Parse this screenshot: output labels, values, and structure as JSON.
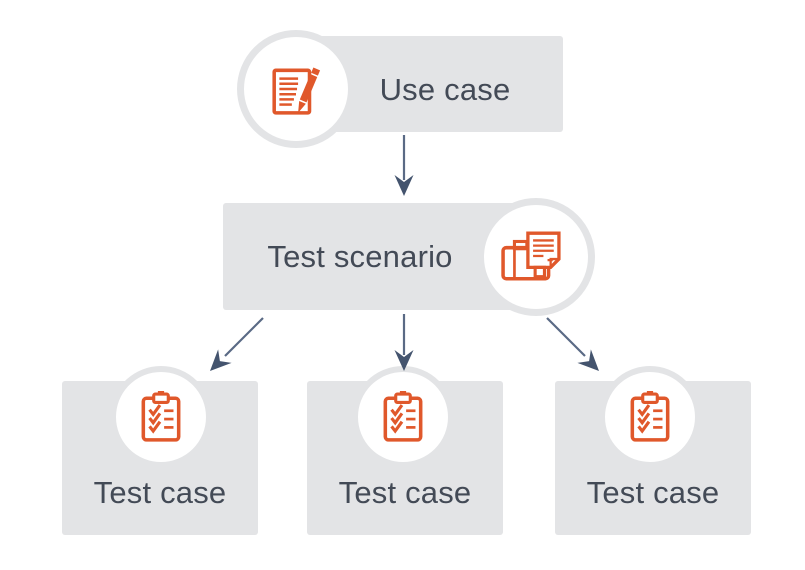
{
  "diagram": {
    "type": "flowchart",
    "nodes": {
      "use_case": {
        "label": "Use case",
        "icon": "document-edit-icon"
      },
      "test_scenario": {
        "label": "Test scenario",
        "icon": "briefcase-documents-icon"
      },
      "test_cases": [
        {
          "label": "Test case",
          "icon": "clipboard-checklist-icon"
        },
        {
          "label": "Test case",
          "icon": "clipboard-checklist-icon"
        },
        {
          "label": "Test case",
          "icon": "clipboard-checklist-icon"
        }
      ]
    },
    "edges": [
      {
        "from": "use_case",
        "to": "test_scenario"
      },
      {
        "from": "test_scenario",
        "to": "test_case_1"
      },
      {
        "from": "test_scenario",
        "to": "test_case_2"
      },
      {
        "from": "test_scenario",
        "to": "test_case_3"
      }
    ]
  },
  "colors": {
    "accent_orange": "#E0582B",
    "box_gray": "#E3E4E6",
    "arrow_head": "#44546E",
    "arrow_line": "#5A6A85",
    "label_text": "#434A56",
    "circle_fill": "#FFFFFF",
    "background": "#FFFFFF"
  }
}
